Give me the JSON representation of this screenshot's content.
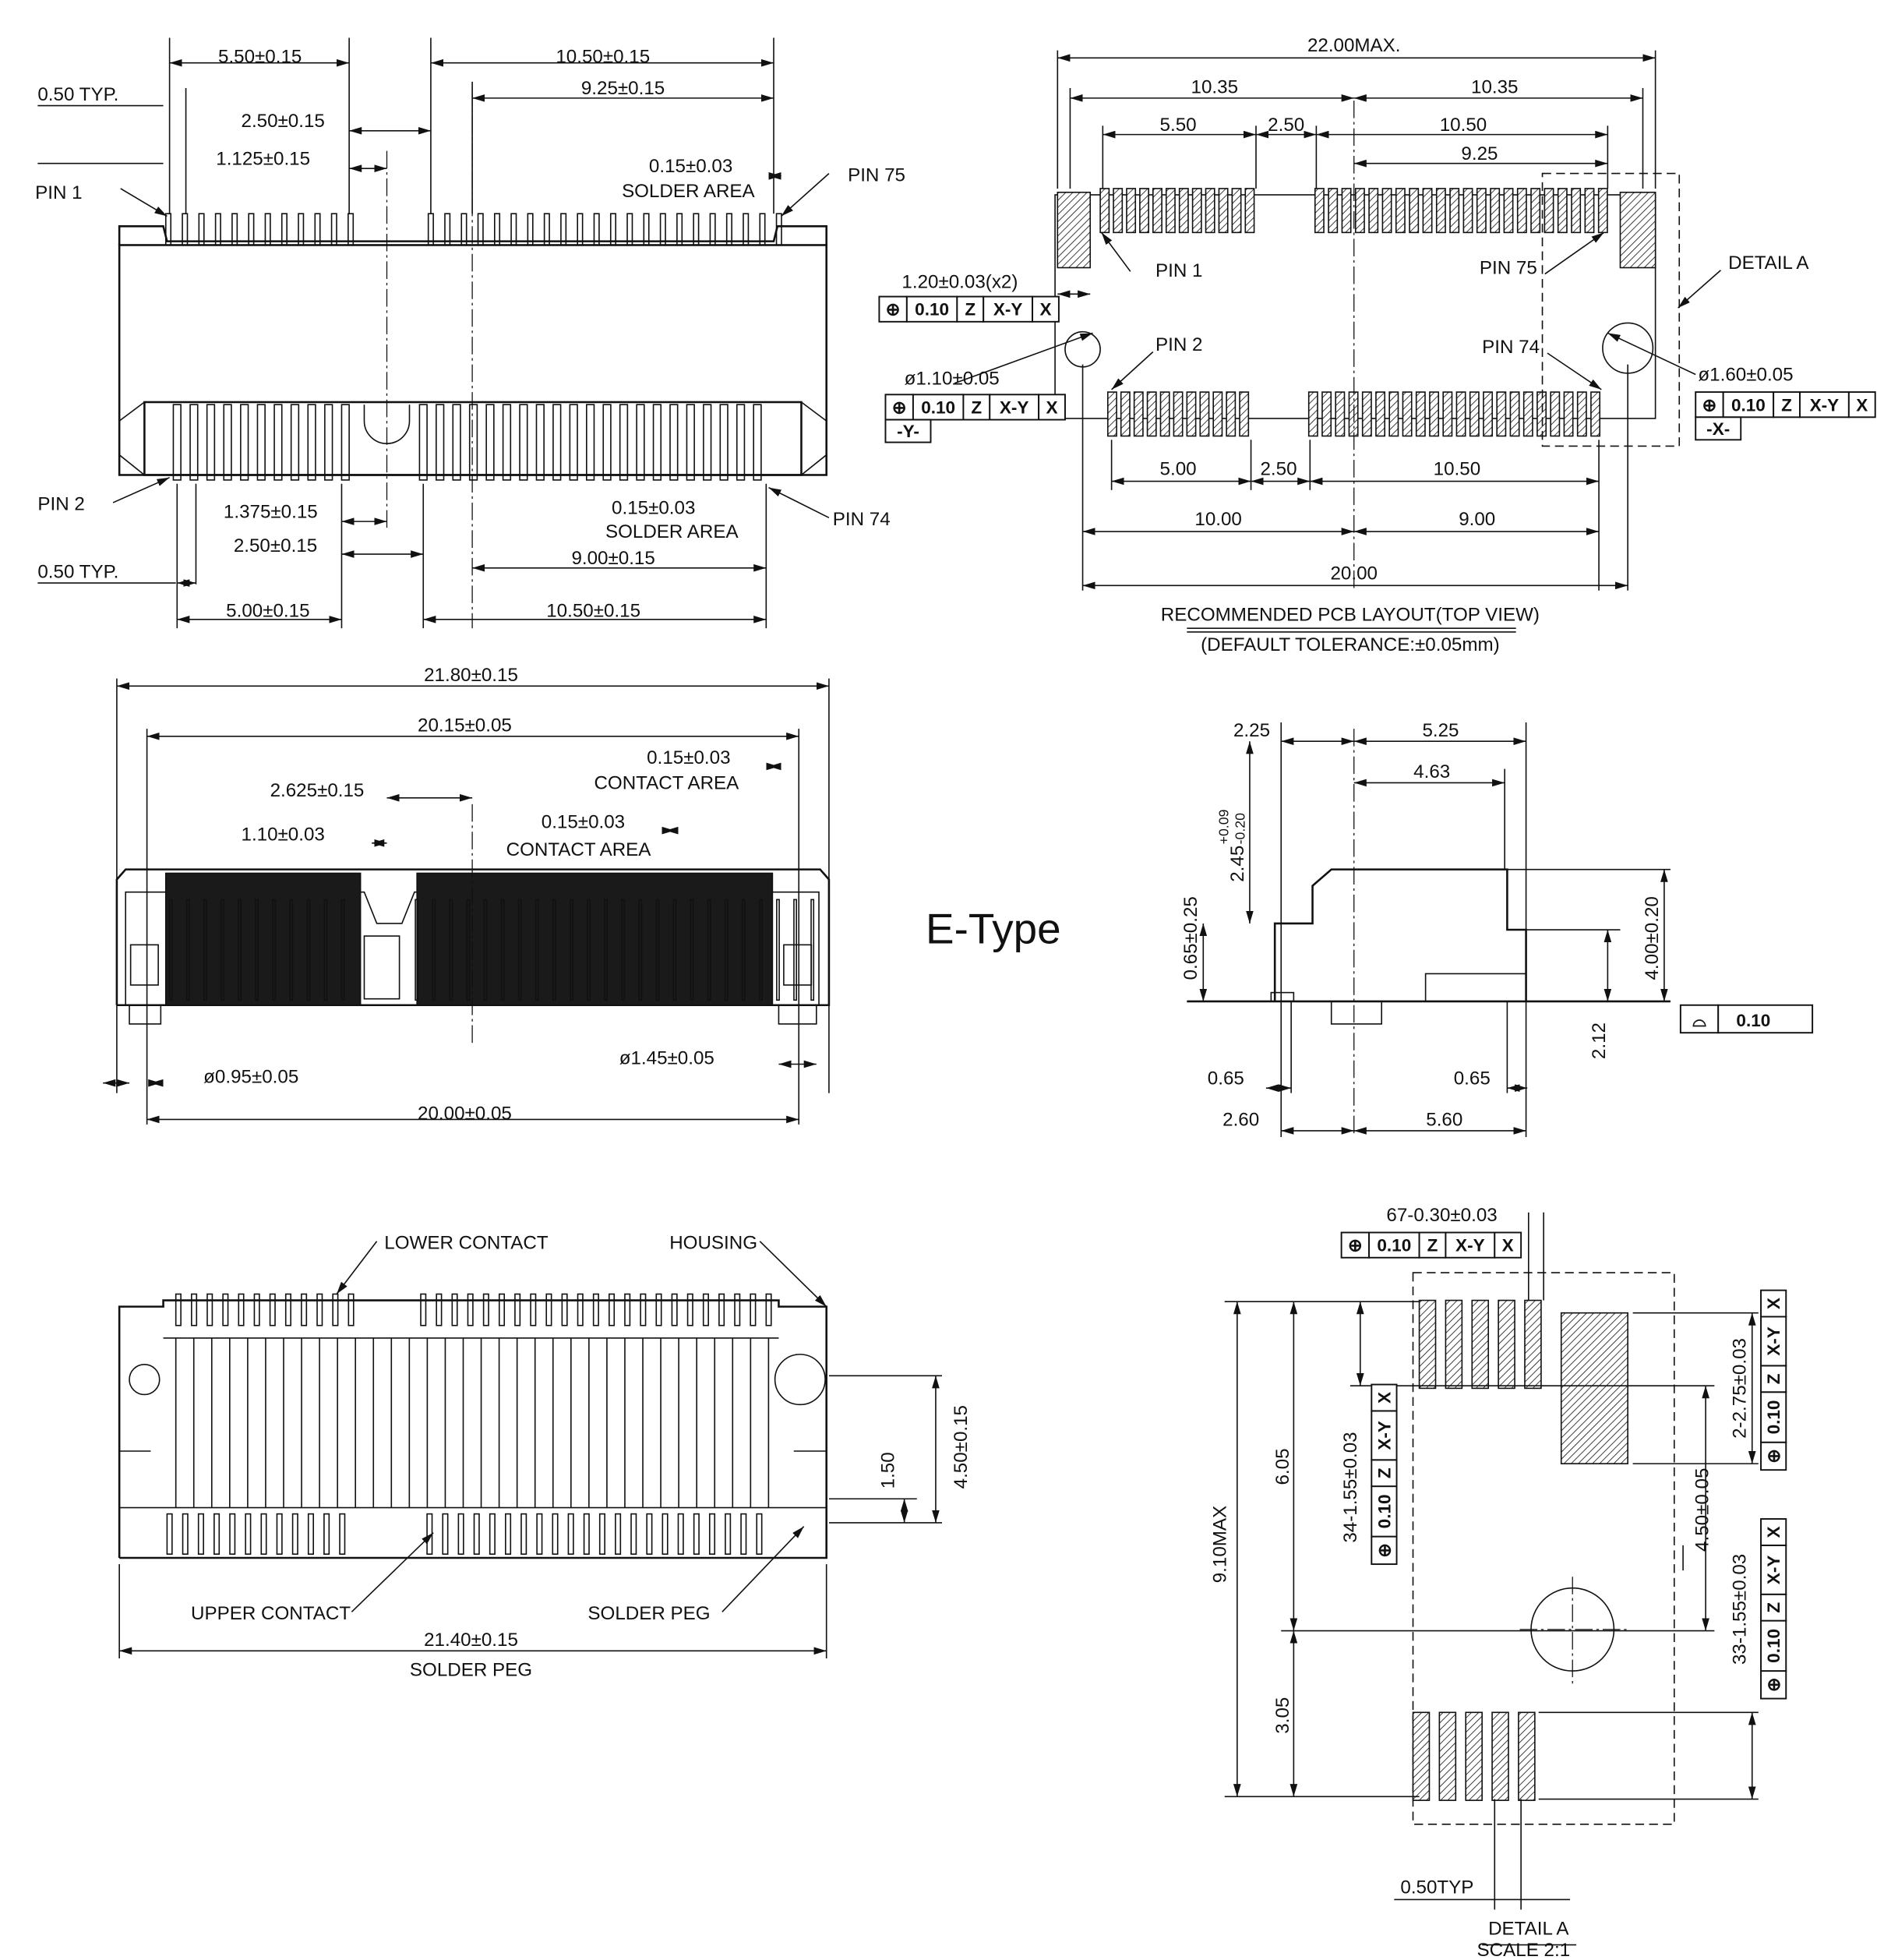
{
  "title": "E-Type",
  "top_view": {
    "labels": [
      "5.50±0.15",
      "10.50±0.15",
      "0.50 TYP.",
      "9.25±0.15",
      "2.50±0.15",
      "1.125±0.15",
      "0.15±0.03",
      "SOLDER AREA",
      "PIN 1",
      "PIN 75",
      "PIN 2",
      "PIN 74",
      "1.375±0.15",
      "0.15±0.03",
      "SOLDER AREA",
      "2.50±0.15",
      "9.00±0.15",
      "0.50 TYP.",
      "5.00±0.15",
      "10.50±0.15"
    ]
  },
  "pcb_layout": {
    "labels": [
      "22.00MAX.",
      "10.35",
      "10.35",
      "5.50",
      "2.50",
      "10.50",
      "9.25",
      "PIN 1",
      "PIN 75",
      "DETAIL A",
      "1.20±0.03(x2)",
      "PIN 2",
      "PIN 74",
      "ø1.10±0.05",
      "ø1.60±0.05",
      "5.00",
      "2.50",
      "10.50",
      "10.00",
      "9.00",
      "20.00",
      "RECOMMENDED PCB LAYOUT(TOP VIEW)",
      "(DEFAULT TOLERANCE:±0.05mm)"
    ],
    "fcf": [
      {
        "sym": "⊕",
        "tol": "0.10",
        "refs": [
          "Z",
          "X-Y",
          "X"
        ]
      },
      {
        "sym": "⊕",
        "tol": "0.10",
        "refs": [
          "Z",
          "X-Y",
          "X"
        ],
        "datum": "-Y-"
      },
      {
        "sym": "⊕",
        "tol": "0.10",
        "refs": [
          "Z",
          "X-Y",
          "X"
        ],
        "datum": "-X-"
      }
    ]
  },
  "front_view": {
    "labels": [
      "21.80±0.15",
      "20.15±0.05",
      "0.15±0.03",
      "CONTACT AREA",
      "2.625±0.15",
      "0.15±0.03",
      "1.10±0.03",
      "CONTACT AREA",
      "ø0.95±0.05",
      "ø1.45±0.05",
      "20.00±0.05"
    ]
  },
  "side_view": {
    "labels": [
      "2.25",
      "5.25",
      "4.63",
      "2.45",
      "+0.09",
      "-0.20",
      "0.65±0.25",
      "4.00±0.20",
      "2.12",
      "0.65",
      "0.65",
      "2.60",
      "5.60"
    ],
    "flatness": {
      "sym": "⌓",
      "tol": "0.10"
    }
  },
  "bottom_view": {
    "labels": [
      "LOWER CONTACT",
      "HOUSING",
      "1.50",
      "4.50±0.15",
      "UPPER CONTACT",
      "SOLDER PEG",
      "21.40±0.15",
      "SOLDER PEG"
    ]
  },
  "detail_a": {
    "labels": [
      "67-0.30±0.03",
      "6.05",
      "9.10MAX",
      "3.05",
      "34-1.55±0.03",
      "2-2.75±0.03",
      "4.50±0.05",
      "33-1.55±0.03",
      "0.50TYP",
      "DETAIL A",
      "SCALE 2:1"
    ],
    "fcf": [
      {
        "sym": "⊕",
        "tol": "0.10",
        "refs": [
          "Z",
          "X-Y",
          "X"
        ]
      },
      {
        "sym": "⊕",
        "tol": "0.10",
        "refs": [
          "Z",
          "X-Y",
          "X"
        ]
      },
      {
        "sym": "⊕",
        "tol": "0.10",
        "refs": [
          "Z",
          "X-Y",
          "X"
        ]
      },
      {
        "sym": "⊕",
        "tol": "0.10",
        "refs": [
          "Z",
          "X-Y",
          "X"
        ]
      }
    ]
  }
}
